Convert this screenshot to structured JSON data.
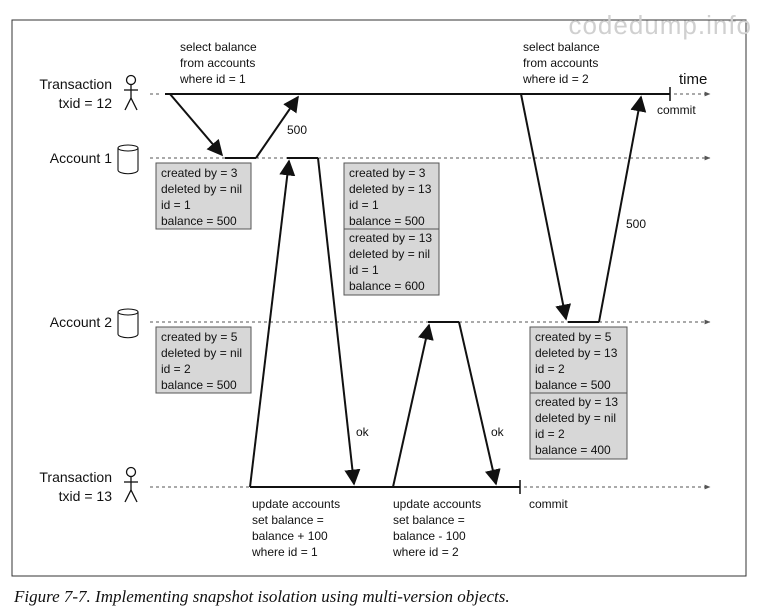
{
  "watermark": "codedump.info",
  "caption": "Figure 7-7. Implementing snapshot isolation using multi-version objects.",
  "time_label": "time",
  "transactions": [
    {
      "line1": "Transaction",
      "line2": "txid = 12"
    },
    {
      "line1": "Transaction",
      "line2": "txid = 13"
    }
  ],
  "accounts": [
    "Account 1",
    "Account 2"
  ],
  "records": [
    [
      "created by = 3",
      "deleted by = nil",
      "id = 1",
      "balance = 500"
    ],
    [
      "created by = 3",
      "deleted by = 13",
      "id = 1",
      "balance = 500"
    ],
    [
      "created by = 13",
      "deleted by = nil",
      "id = 1",
      "balance = 600"
    ],
    [
      "created by = 5",
      "deleted by = nil",
      "id = 2",
      "balance = 500"
    ],
    [
      "created by = 5",
      "deleted by = 13",
      "id = 2",
      "balance = 500"
    ],
    [
      "created by = 13",
      "deleted by = nil",
      "id = 2",
      "balance = 400"
    ]
  ],
  "queries": [
    [
      "select balance",
      "from accounts",
      "where id = 1"
    ],
    [
      "select balance",
      "from accounts",
      "where id = 2"
    ],
    [
      "update accounts",
      "set balance =",
      "balance + 100",
      "where id = 1"
    ],
    [
      "update accounts",
      "set balance =",
      "balance - 100",
      "where id = 2"
    ]
  ],
  "returns": [
    "500",
    "500",
    "ok",
    "ok"
  ],
  "commit_label": "commit",
  "colors": {
    "record_fill": "#d7d7d7",
    "line": "#111111",
    "watermark": "#d0d0d0"
  }
}
